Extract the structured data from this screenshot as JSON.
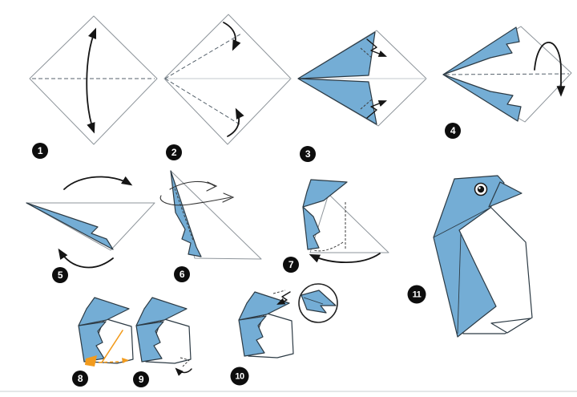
{
  "colors": {
    "paper-blue": "#74add5",
    "outline": "#2c3a44",
    "paper-edge": "#8e959b",
    "soft-line": "#c3c8cc",
    "fold-dash": "#55616b",
    "accent-orange": "#f29b1d",
    "arrow-black": "#151515",
    "label-bg": "#0d0d0d",
    "label-fg": "#ffffff",
    "background": "#ffffff"
  },
  "steps": [
    {
      "number": "1"
    },
    {
      "number": "2"
    },
    {
      "number": "3"
    },
    {
      "number": "4"
    },
    {
      "number": "5"
    },
    {
      "number": "6"
    },
    {
      "number": "7"
    },
    {
      "number": "8"
    },
    {
      "number": "9"
    },
    {
      "number": "10"
    },
    {
      "number": "11"
    }
  ]
}
